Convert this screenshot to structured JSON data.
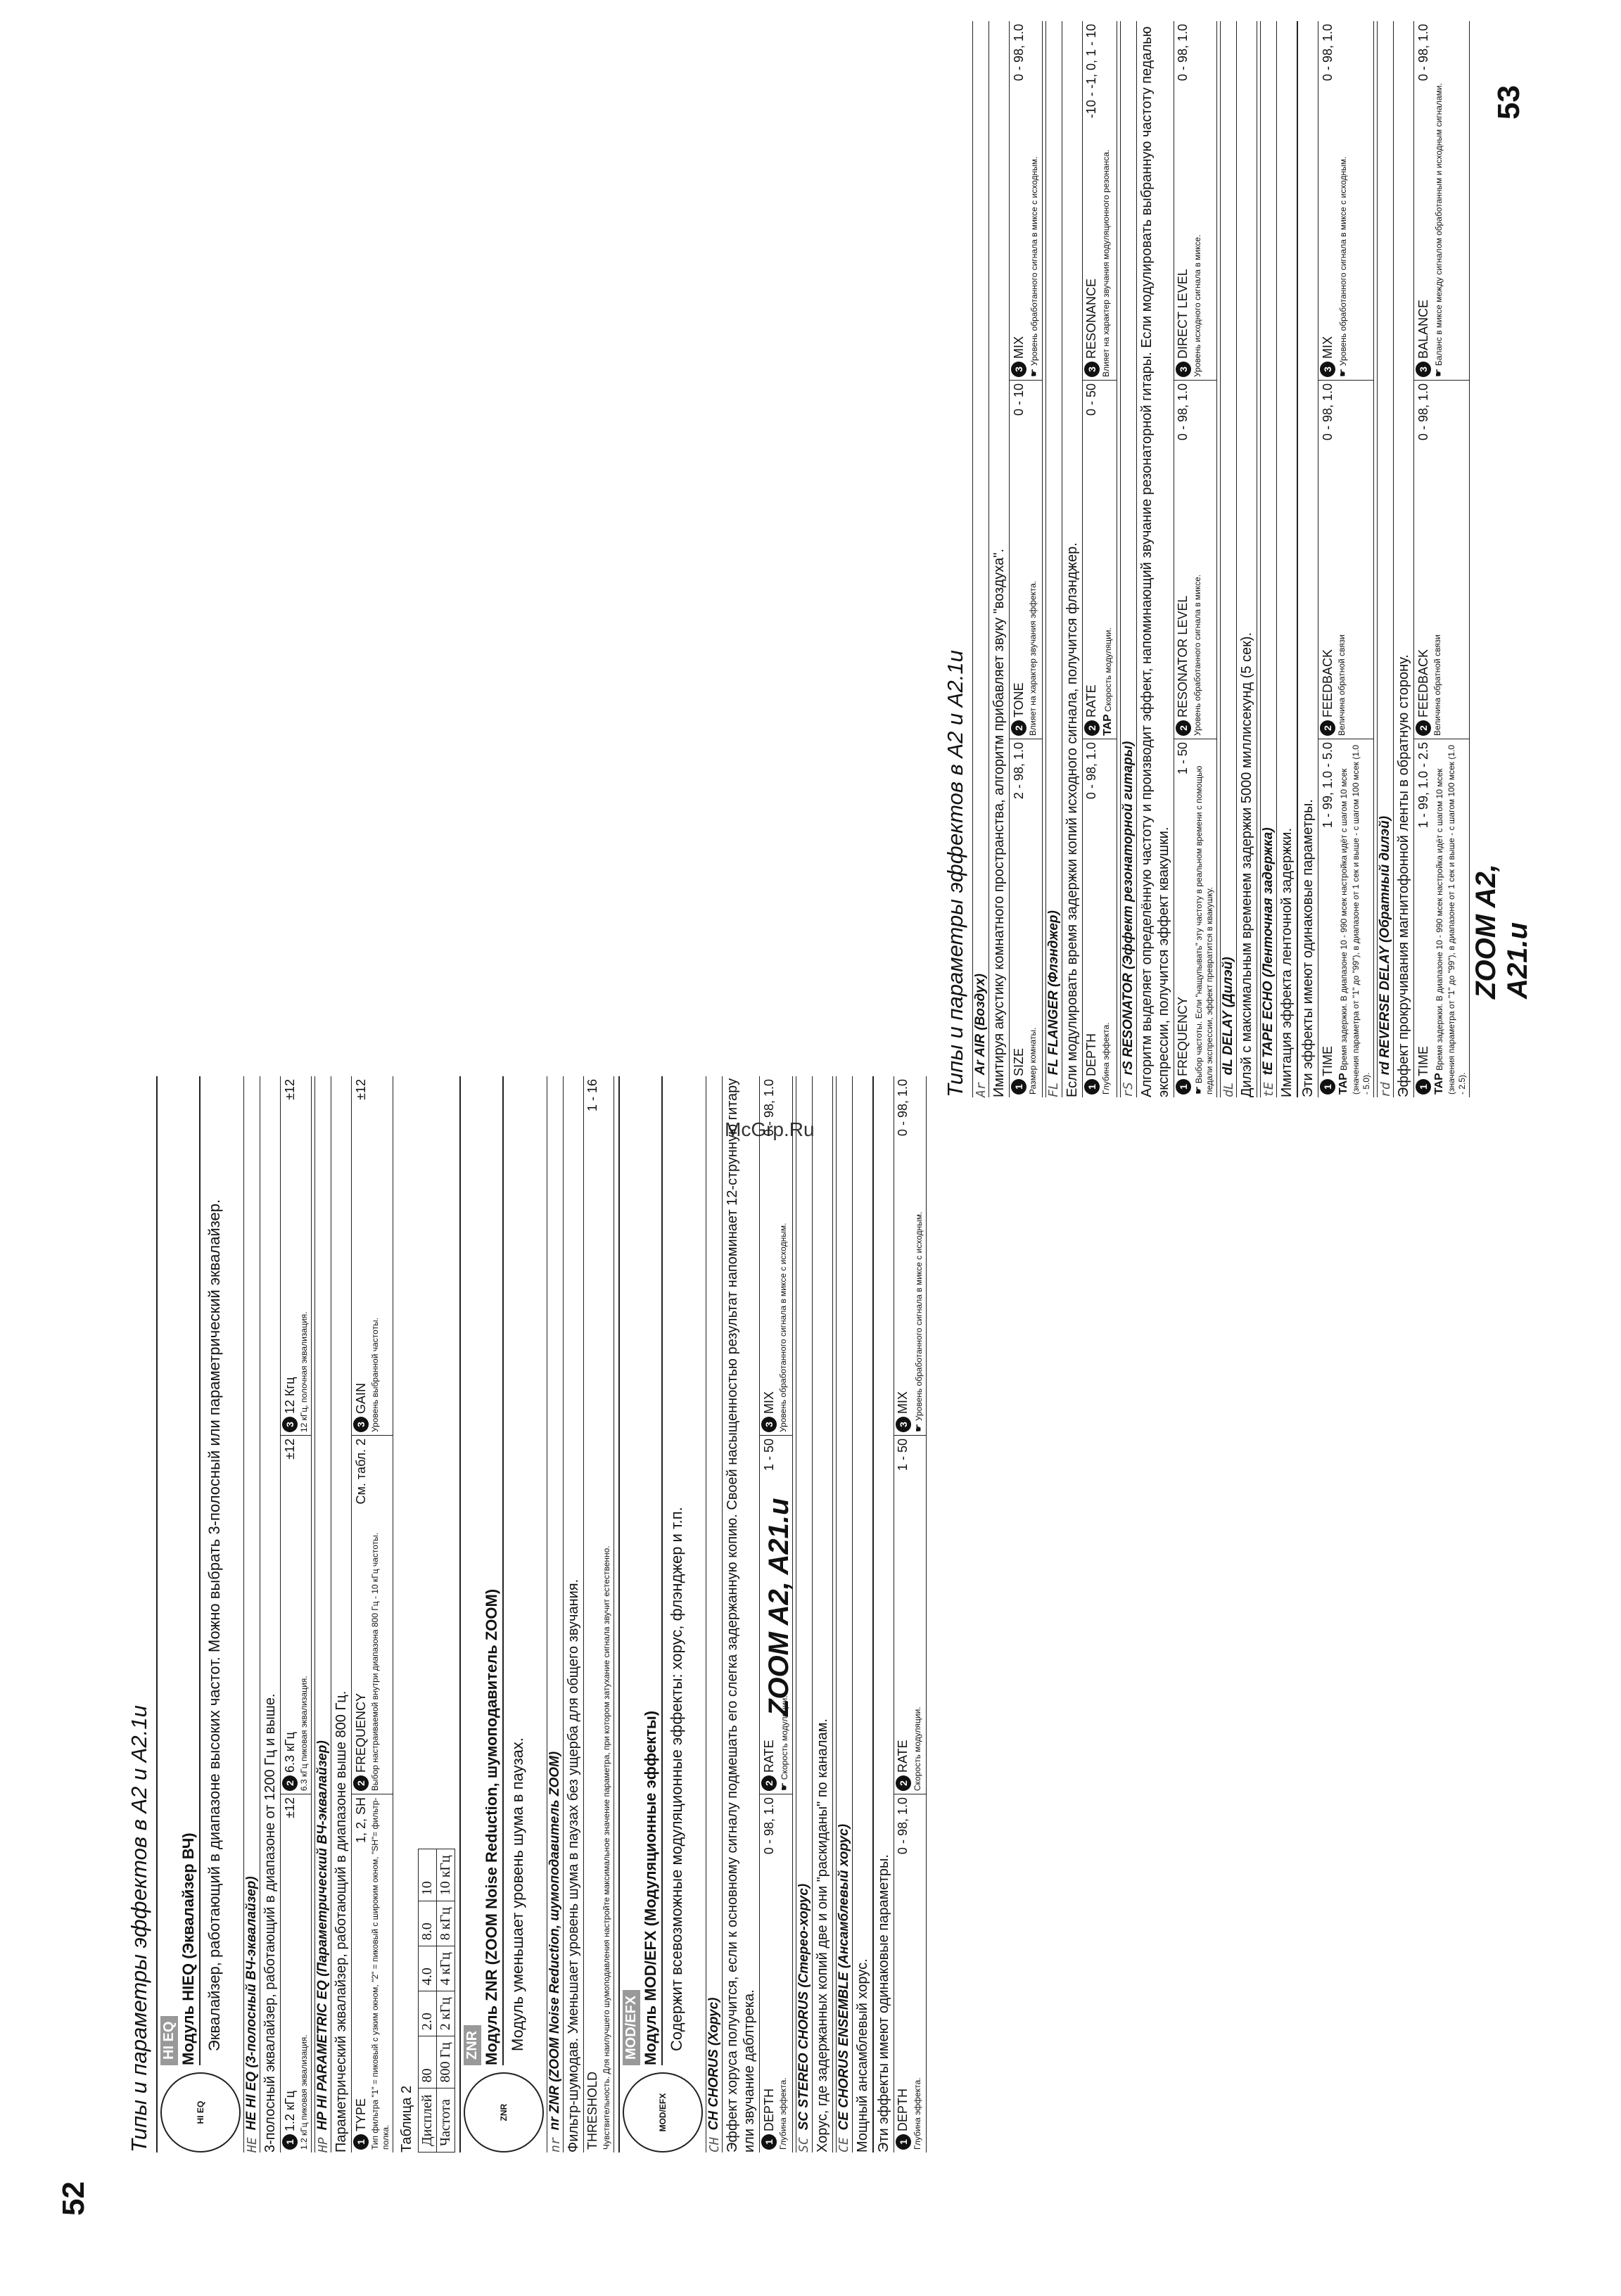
{
  "watermark": "McGrp.Ru",
  "left": {
    "header": "Типы и параметры эффектов в A2 и A2.1u",
    "page_num": "52",
    "footer": "ZOOM A2, A21.u",
    "hieq": {
      "logo": "HI EQ",
      "bar": "HI EQ",
      "title": "Модуль HIEQ (Эквалайзер ВЧ)",
      "desc": "Эквалайзер, работающий в диапазоне высоких частот. Можно выбрать 3-полосный или параметрический эквалайзер.",
      "he": {
        "code": "HE",
        "name": "HE HI EQ (3-полосный ВЧ-эквалайзер)",
        "desc": "3-полосный эквалайзер, работающий в диапазоне от 1200 Гц и выше.",
        "p": [
          {
            "n": "1",
            "name": "1.2 кГц",
            "range": "±12",
            "desc": "1.2 кГц пиковая эквализация."
          },
          {
            "n": "2",
            "name": "6.3 кГц",
            "range": "±12",
            "desc": "6.3 кГц пиковая эквализация."
          },
          {
            "n": "3",
            "name": "12 Кгц",
            "range": "±12",
            "desc": "12 кГц, полочная эквализация."
          }
        ]
      },
      "hp": {
        "code": "HP",
        "name": "HP HI PARAMETRIC EQ (Параметрический ВЧ-эквалайзер)",
        "desc": "Параметрический эквалайзер, работающий в диапазоне выше 800 Гц.",
        "p": [
          {
            "n": "1",
            "name": "TYPE",
            "range": "1, 2, SH",
            "desc": "Тип фильтра \"1\" = пиковый с узким окном, \"2\" = пиковый с широким окном, \"SH\"= фильтр-полка."
          },
          {
            "n": "2",
            "name": "FREQUENCY",
            "range": "См. табл. 2",
            "desc": "Выбор настраиваемой внутри диапазона 800 Гц - 10 кГц частоты."
          },
          {
            "n": "3",
            "name": "GAIN",
            "range": "±12",
            "desc": "Уровень выбранной частоты."
          }
        ]
      },
      "table": {
        "title": "Таблица 2",
        "r1": [
          "Дисплей",
          "80",
          "2.0",
          "4.0",
          "8.0",
          "10"
        ],
        "r2": [
          "Частота",
          "800 Гц",
          "2 кГц",
          "4 кГц",
          "8 кГц",
          "10 кГц"
        ]
      }
    },
    "znr": {
      "logo": "ZNR",
      "bar": "ZNR",
      "title": "Модуль ZNR (ZOOM Noise Reduction, шумоподавитель ZOOM)",
      "desc": "Модуль уменьшает уровень шума в паузах.",
      "nr": {
        "code": "nr",
        "name": "nr ZNR (ZOOM Noise Reduction, шумоподавитель ZOOM)",
        "desc": "Фильтр-шумодав. Уменьшает уровень шума в паузах без ущерба для общего звучания.",
        "p": [
          {
            "n": "",
            "name": "THRESHOLD",
            "range": "1 - 16",
            "desc": "Чувствительность. Для наилучшего шумоподавления настройте максимальное значение параметра, при котором затухание сигнала звучит естественно."
          }
        ]
      }
    },
    "modefx": {
      "logo": "MOD/EFX",
      "bar": "MOD/EFX",
      "title": "Модуль MOD/EFX (Модуляционные эффекты)",
      "desc": "Содержит всевозможные модуляционные эффекты: хорус, флэнджер и т.п.",
      "ch": {
        "code": "CH",
        "name": "CH CHORUS (Хорус)",
        "desc": "Эффект хоруса получится, если к основному сигналу подмешать его слегка задержанную копию. Своей насыщенностью результат напоминает 12-струнную гитару или звучание даблтрека.",
        "p": [
          {
            "n": "1",
            "name": "DEPTH",
            "range": "0 - 98, 1.0",
            "desc": "Глубина эффекта."
          },
          {
            "n": "2",
            "name": "RATE",
            "range": "1 - 50",
            "desc": "Скорость модуляции."
          },
          {
            "n": "3",
            "name": "MIX",
            "range": "0 - 98, 1.0",
            "desc": "Уровень обработанного сигнала в миксе с исходным."
          }
        ]
      },
      "sc": {
        "code": "SC",
        "name": "SC STEREO CHORUS (Стерео-хорус)",
        "desc": "Хорус, где задержанных копий две и они \"раскиданы\" по каналам."
      },
      "ce": {
        "code": "CE",
        "name": "CE CHORUS ENSEMBLE (Ансамблевый хорус)",
        "desc": "Мощный ансамблевый хорус.",
        "note": "Эти эффекты имеют одинаковые параметры.",
        "p": [
          {
            "n": "1",
            "name": "DEPTH",
            "range": "0 - 98, 1.0",
            "desc": "Глубина эффекта."
          },
          {
            "n": "2",
            "name": "RATE",
            "range": "1 - 50",
            "desc": "Скорость модуляции."
          },
          {
            "n": "3",
            "name": "MIX",
            "range": "0 - 98, 1.0",
            "desc": "Уровень обработанного сигнала в миксе с исходным."
          }
        ]
      }
    }
  },
  "right": {
    "header": "Типы и параметры эффектов в A2 и A2.1u",
    "page_num": "53",
    "footer": "ZOOM A2, A21.u",
    "tap_label": "TAP",
    "ar": {
      "code": "Ar",
      "name": "Ar AIR (Воздух)",
      "desc": "Имитируя акустику комнатного пространства, алгоритм прибавляет звуку \"воздуха\".",
      "p": [
        {
          "n": "1",
          "name": "SIZE",
          "range": "2 - 98, 1.0",
          "desc": "Размер комнаты."
        },
        {
          "n": "2",
          "name": "TONE",
          "range": "0 - 10",
          "desc": "Влияет на характер звучания эффекта."
        },
        {
          "n": "3",
          "name": "MIX",
          "range": "0 - 98, 1.0",
          "desc": "Уровень обработанного сигнала в миксе с исходным."
        }
      ]
    },
    "fl": {
      "code": "FL",
      "name": "FL FLANGER (Флэнджер)",
      "desc": "Если модулировать время задержки копий исходного сигнала, получится флэнджер.",
      "p": [
        {
          "n": "1",
          "name": "DEPTH",
          "range": "0 - 98, 1.0",
          "desc": "Глубина эффекта."
        },
        {
          "n": "2",
          "name": "RATE",
          "range": "0 - 50",
          "desc": "Скорость модуляции."
        },
        {
          "n": "3",
          "name": "RESONANCE",
          "range": "-10 - -1, 0, 1 - 10",
          "desc": "Влияет на характер звучания модуляционного резонанса."
        }
      ]
    },
    "rs": {
      "code": "rS",
      "name": "rS RESONATOR (Эффект резонаторной гитары)",
      "desc": "Алгоритм выделяет определённую частоту и производит эффект, напоминающий звучание резонаторной гитары. Если модулировать выбранную частоту педалью экспрессии, получится эффект квакушки.",
      "p": [
        {
          "n": "1",
          "name": "FREQUENCY",
          "range": "1 - 50",
          "desc": "Выбор частоты. Если \"нащупывать\" эту частоту в реальном времени с помощью педали экспрессии, эффект превратится в квакушку."
        },
        {
          "n": "2",
          "name": "RESONATOR LEVEL",
          "range": "0 - 98, 1.0",
          "desc": "Уровень обработанного сигнала в миксе."
        },
        {
          "n": "3",
          "name": "DIRECT LEVEL",
          "range": "0 - 98, 1.0",
          "desc": "Уровень исходного сигнала в миксе."
        }
      ]
    },
    "dl": {
      "code": "dL",
      "name": "dL DELAY (Дилэй)",
      "desc": "Дилэй с максимальным временем задержки 5000 миллисекунд (5 сек)."
    },
    "te": {
      "code": "tE",
      "name": "tE TAPE ECHO (Ленточная задержка)",
      "desc": "Имитация эффекта ленточной задержки.",
      "note": "Эти эффекты имеют одинаковые параметры.",
      "p": [
        {
          "n": "1",
          "name": "TIME",
          "range": "1 - 99, 1.0 - 5.0",
          "desc": "Время задержки. В диапазоне 10 - 990 мсек настройка идёт с шагом 10 мсек (значения параметра от \"1\" до \"99\"), в диапазоне от 1 сек и выше - с шагом 100 мсек (1.0 - 5.0)."
        },
        {
          "n": "2",
          "name": "FEEDBACK",
          "range": "0 - 98, 1.0",
          "desc": "Величина обратной связи"
        },
        {
          "n": "3",
          "name": "MIX",
          "range": "0 - 98, 1.0",
          "desc": "Уровень обработанного сигнала в миксе с исходным."
        }
      ]
    },
    "rd": {
      "code": "rd",
      "name": "rd REVERSE DELAY (Обратный дилэй)",
      "desc": "Эффект прокручивания магнитофонной ленты в обратную сторону.",
      "p": [
        {
          "n": "1",
          "name": "TIME",
          "range": "1 - 99, 1.0 - 2.5",
          "desc": "Время задержки. В диапазоне 10 - 990 мсек настройка идёт с шагом 10 мсек (значения параметра от \"1\" до \"99\"), в диапазоне от 1 сек и выше - с шагом 100 мсек (1.0 - 2.5)."
        },
        {
          "n": "2",
          "name": "FEEDBACK",
          "range": "0 - 98, 1.0",
          "desc": "Величина обратной связи"
        },
        {
          "n": "3",
          "name": "BALANCE",
          "range": "0 - 98, 1.0",
          "desc": "Баланс в миксе между сигналом обработанным и исходным сигналами."
        }
      ]
    }
  }
}
